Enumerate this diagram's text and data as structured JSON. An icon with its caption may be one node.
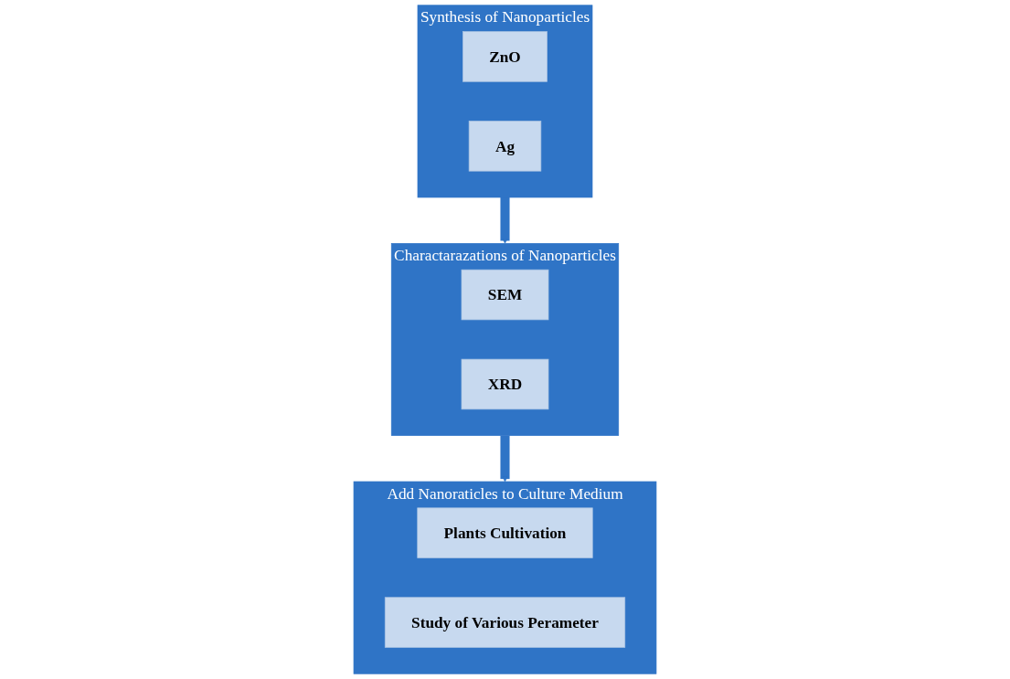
{
  "diagram": {
    "nodes": [
      {
        "text": [
          "Synthesis of Nanoparticles"
        ]
      },
      {
        "text": [
          "ZnO"
        ],
        "in": 0
      },
      {
        "text": [
          "Ag"
        ],
        "in": 0
      },
      {
        "text": [
          "Charactarazations of Nanoparticles"
        ]
      },
      {
        "text": [
          "SEM"
        ],
        "in": 3
      },
      {
        "text": [
          "XRD"
        ],
        "in": 3
      },
      {
        "text": [
          "Add Nanoraticles to Culture Medium"
        ]
      },
      {
        "text": [
          "Plants Cultivation"
        ],
        "in": 6
      },
      {
        "text": [
          "Study of Various Perameter"
        ],
        "in": 6
      }
    ],
    "edges": [
      {
        "from": 0,
        "to": 3,
        "arrow": "to"
      },
      {
        "from": 3,
        "to": 6,
        "arrow": "to"
      }
    ]
  }
}
